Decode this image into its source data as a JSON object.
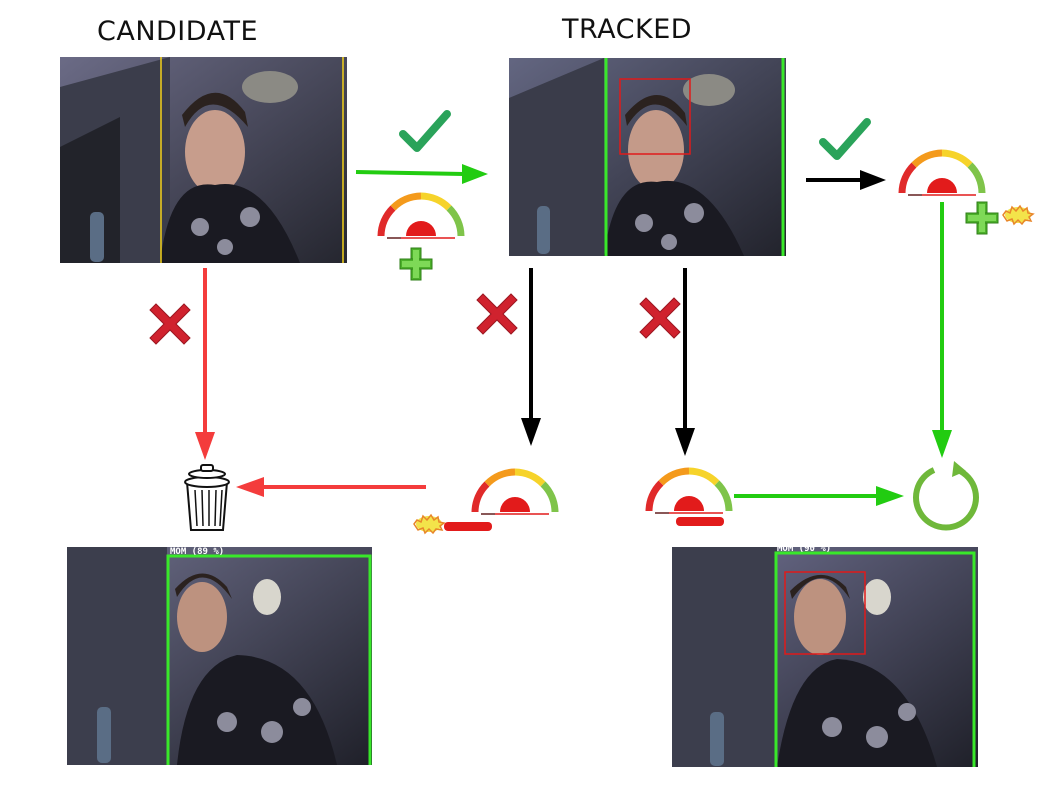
{
  "titles": {
    "candidate": "CANDIDATE",
    "tracked": "TRACKED"
  },
  "captions": {
    "left_result": "MOM (89 %)",
    "right_result": "MOM (90 %)"
  },
  "icons": {
    "check": "check-icon",
    "cross": "cross-icon",
    "gauge": "gauge-icon",
    "plus": "plus-icon",
    "minus": "minus-icon",
    "spark": "spark-icon",
    "trash": "trash-can-icon",
    "loop": "loop-icon"
  },
  "colors": {
    "accept_arrow": "#22cc11",
    "reject_arrow": "#f43c3c",
    "neutral_arrow": "#000000",
    "check": "#2aa35a",
    "cross": "#d0222e",
    "tracking_box": "#39e82a",
    "face_box": "#e01a1a",
    "candidate_line": "#f3d21a"
  }
}
